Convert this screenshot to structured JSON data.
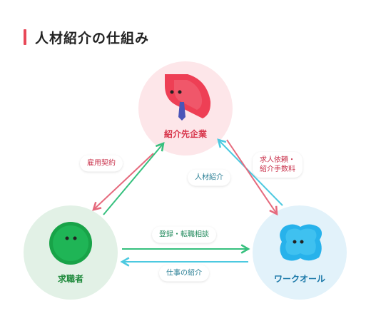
{
  "title": "人材紹介の仕組み",
  "nodes": {
    "company": {
      "label": "紹介先企業"
    },
    "seeker": {
      "label": "求職者"
    },
    "agency": {
      "label": "ワークオール"
    }
  },
  "flows": {
    "employment_contract": "雇用契約",
    "talent_introduction": "人材紹介",
    "job_request": {
      "line1": "求人依頼・",
      "line2": "紹介手数料"
    },
    "registration": "登録・転職相談",
    "job_introduction": "仕事の紹介"
  },
  "colors": {
    "accent": "#e84858",
    "company": "#e8404f",
    "seeker": "#1fa34a",
    "agency": "#2ab4e8",
    "arrow_red": "#e56a7d",
    "arrow_green": "#35c07d",
    "arrow_teal": "#4cc9e0"
  },
  "icons": [
    "building-character-icon",
    "seeker-character-icon",
    "agency-character-icon"
  ]
}
